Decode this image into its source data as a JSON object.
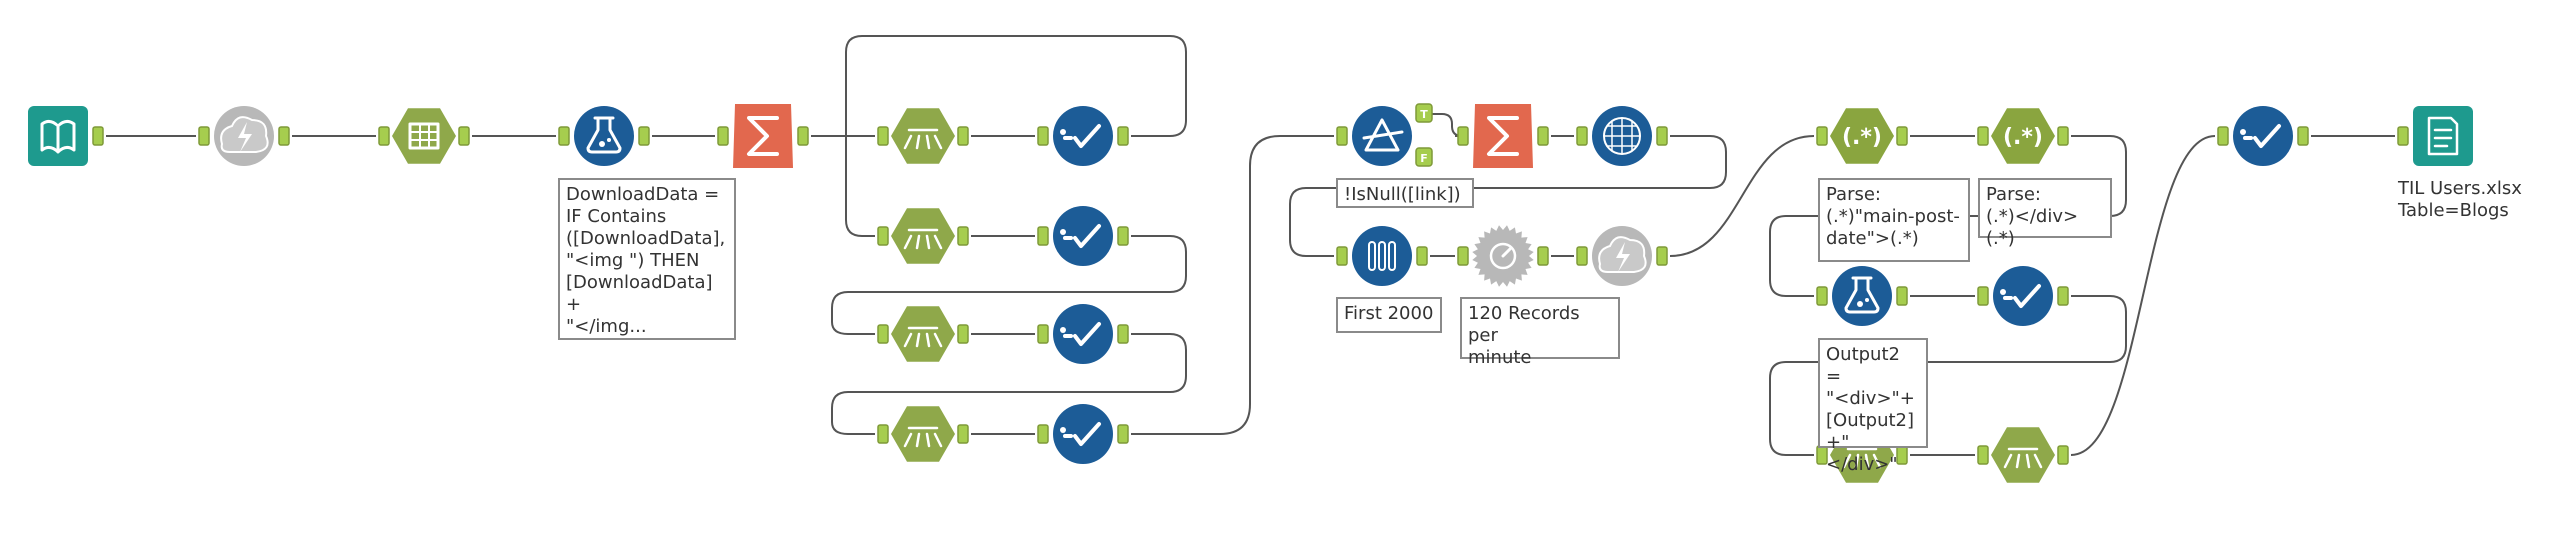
{
  "colors": {
    "connector": "#555555",
    "anchor": "#a6cd4e",
    "input_teal": "#1e9a8e",
    "prep_green": "#8fa84a",
    "developer_gray": "#b8b8b8",
    "join_blue": "#1c5c97",
    "transform_orange": "#e2684e",
    "parse_green": "#8aa53f",
    "output_teal": "#1e9a8e",
    "annotation_border": "#8a8a8a"
  },
  "nodes": [
    {
      "id": "input",
      "kind": "input",
      "tool": "input-data",
      "icon": "book-icon",
      "annotation": ""
    },
    {
      "id": "download1",
      "kind": "developer",
      "tool": "download",
      "icon": "lightning-cloud-icon",
      "annotation": ""
    },
    {
      "id": "textcols",
      "kind": "prep",
      "tool": "text-to-columns",
      "icon": "columns-icon",
      "annotation": ""
    },
    {
      "id": "formula1",
      "kind": "join",
      "tool": "formula",
      "icon": "flask-icon",
      "annotation": "DownloadData =\nIF Contains\n([DownloadData],\n\"<img \") THEN\n[DownloadData] +\n\"</img..."
    },
    {
      "id": "summ1",
      "kind": "transform",
      "tool": "summarize",
      "icon": "sigma-icon",
      "annotation": ""
    },
    {
      "id": "gen1",
      "kind": "prep",
      "tool": "generate-rows",
      "icon": "generate-rows-icon",
      "annotation": ""
    },
    {
      "id": "union1",
      "kind": "join",
      "tool": "union",
      "icon": "union-check-icon",
      "annotation": ""
    },
    {
      "id": "gen2",
      "kind": "prep",
      "tool": "generate-rows",
      "icon": "generate-rows-icon",
      "annotation": ""
    },
    {
      "id": "union2",
      "kind": "join",
      "tool": "union",
      "icon": "union-check-icon",
      "annotation": ""
    },
    {
      "id": "gen3",
      "kind": "prep",
      "tool": "generate-rows",
      "icon": "generate-rows-icon",
      "annotation": ""
    },
    {
      "id": "union3",
      "kind": "join",
      "tool": "union",
      "icon": "union-check-icon",
      "annotation": ""
    },
    {
      "id": "gen4",
      "kind": "prep",
      "tool": "generate-rows",
      "icon": "generate-rows-icon",
      "annotation": ""
    },
    {
      "id": "union4",
      "kind": "join",
      "tool": "union",
      "icon": "union-check-icon",
      "annotation": ""
    },
    {
      "id": "filter",
      "kind": "join",
      "tool": "filter",
      "icon": "filter-triangle-icon",
      "annotation": "!IsNull([link])"
    },
    {
      "id": "summ2",
      "kind": "transform",
      "tool": "summarize",
      "icon": "sigma-icon",
      "annotation": ""
    },
    {
      "id": "unique",
      "kind": "join",
      "tool": "unique",
      "icon": "unique-grid-icon",
      "annotation": ""
    },
    {
      "id": "sample",
      "kind": "join",
      "tool": "sample",
      "icon": "test-tubes-icon",
      "annotation": "First 2000"
    },
    {
      "id": "throttle",
      "kind": "developer",
      "tool": "throttle",
      "icon": "gear-gauge-icon",
      "annotation": "120 Records per\nminute"
    },
    {
      "id": "download2",
      "kind": "developer",
      "tool": "download",
      "icon": "lightning-cloud-icon",
      "annotation": ""
    },
    {
      "id": "regex1",
      "kind": "parse",
      "tool": "regex",
      "icon": "regex-icon",
      "annotation": "Parse:\n(.*)\"main-post-\ndate\">(.*)"
    },
    {
      "id": "regex2",
      "kind": "parse",
      "tool": "regex",
      "icon": "regex-icon",
      "annotation": "Parse:\n(.*)</div>(.*)"
    },
    {
      "id": "formula2",
      "kind": "join",
      "tool": "formula",
      "icon": "flask-icon",
      "annotation": "Output2 =\n\"<div>\"+\n[Output2]\n+\"</div>\""
    },
    {
      "id": "union5",
      "kind": "join",
      "tool": "union",
      "icon": "union-check-icon",
      "annotation": ""
    },
    {
      "id": "gen5",
      "kind": "prep",
      "tool": "generate-rows",
      "icon": "generate-rows-icon",
      "annotation": ""
    },
    {
      "id": "gen6",
      "kind": "prep",
      "tool": "generate-rows",
      "icon": "generate-rows-icon",
      "annotation": ""
    },
    {
      "id": "union6",
      "kind": "join",
      "tool": "union",
      "icon": "union-check-icon",
      "annotation": ""
    },
    {
      "id": "output",
      "kind": "output",
      "tool": "output-data",
      "icon": "output-doc-icon",
      "annotation": "TIL Users.xlsx\nTable=Blogs"
    }
  ],
  "filter_anchors": {
    "true_label": "T",
    "false_label": "F"
  }
}
